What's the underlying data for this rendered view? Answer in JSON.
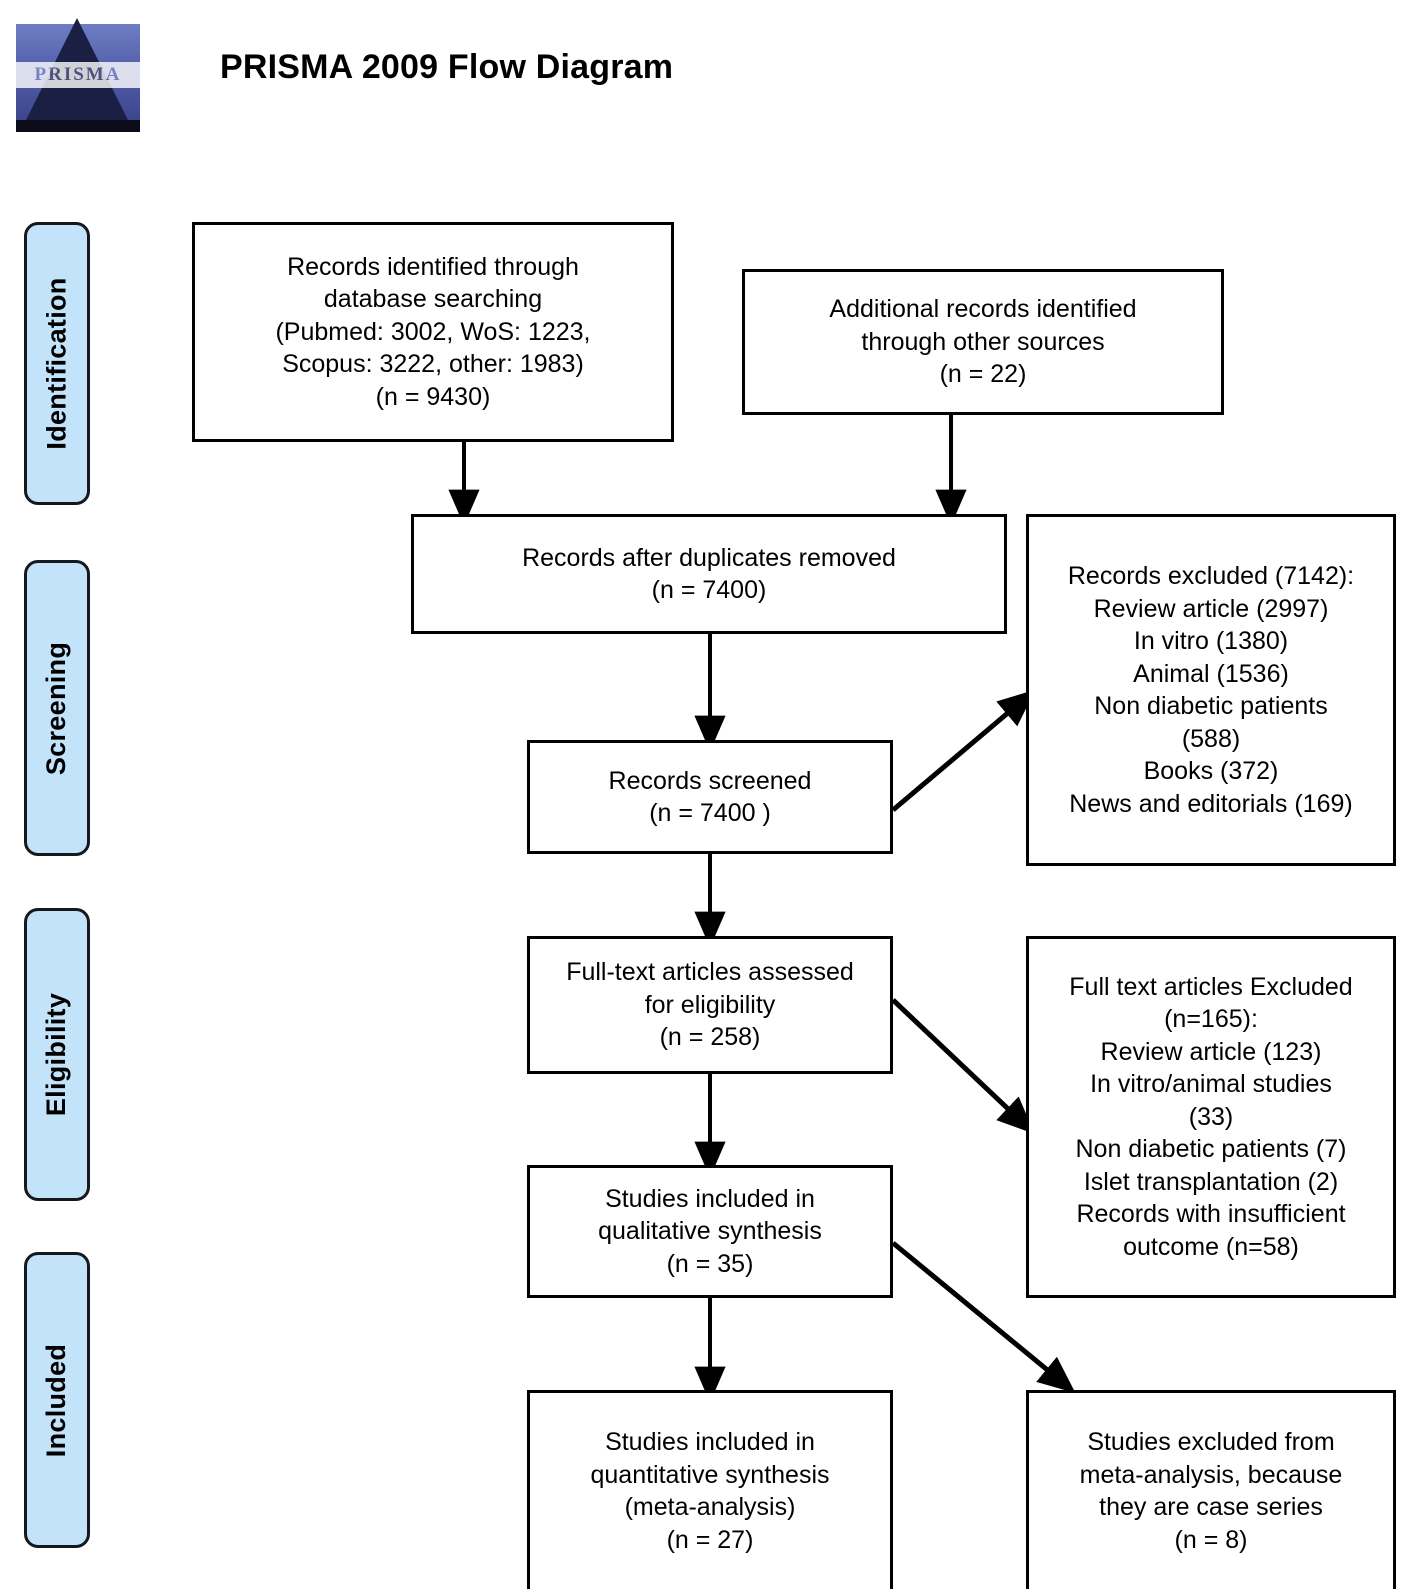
{
  "header": {
    "title": "PRISMA 2009 Flow Diagram",
    "logo_text": "PRISMA"
  },
  "stages": [
    {
      "label": "Identification"
    },
    {
      "label": "Screening"
    },
    {
      "label": "Eligibility"
    },
    {
      "label": "Included"
    }
  ],
  "boxes": {
    "database_search": {
      "lines": [
        "Records identified through",
        "database searching",
        "(Pubmed: 3002, WoS: 1223,",
        "Scopus: 3222, other: 1983)",
        "(n = 9430)"
      ]
    },
    "other_sources": {
      "lines": [
        "Additional records identified",
        "through other sources",
        "(n = 22)"
      ]
    },
    "duplicates_removed": {
      "lines": [
        "Records after duplicates removed",
        "(n = 7400)"
      ]
    },
    "records_screened": {
      "lines": [
        "Records screened",
        "(n = 7400   )"
      ]
    },
    "records_excluded": {
      "lines": [
        "Records excluded (7142):",
        "Review article (2997)",
        "In vitro (1380)",
        "Animal (1536)",
        "Non diabetic patients",
        "(588)",
        "Books (372)",
        "News and editorials (169)"
      ]
    },
    "fulltext_assessed": {
      "lines": [
        "Full-text articles assessed",
        "for eligibility",
        "(n = 258)"
      ]
    },
    "fulltext_excluded": {
      "lines": [
        "Full text articles Excluded",
        "(n=165):",
        "Review article (123)",
        "In vitro/animal studies",
        "(33)",
        "Non diabetic patients (7)",
        "Islet transplantation (2)",
        "Records with insufficient",
        "outcome (n=58)"
      ]
    },
    "qualitative_synthesis": {
      "lines": [
        "Studies included in",
        "qualitative synthesis",
        "(n = 35)"
      ]
    },
    "quantitative_synthesis": {
      "lines": [
        "Studies included in",
        "quantitative synthesis",
        "(meta-analysis)",
        "(n = 27)"
      ]
    },
    "meta_excluded": {
      "lines": [
        "Studies excluded from",
        "meta-analysis, because",
        "they are case series",
        "(n = 8)"
      ]
    }
  },
  "colors": {
    "stage_fill": "#c3e3fa",
    "stage_border": "#16181c",
    "box_border": "#000000",
    "background": "#ffffff",
    "logo_plate": "#5461ab",
    "logo_pyramid": "#1b1f43"
  }
}
